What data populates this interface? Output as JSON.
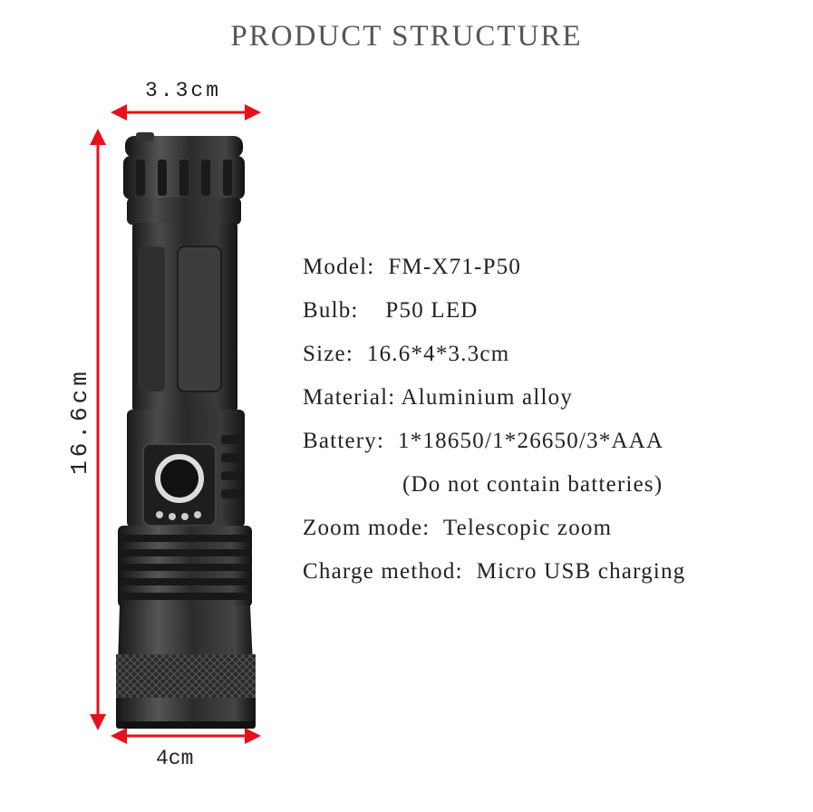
{
  "title": "PRODUCT STRUCTURE",
  "dimensions": {
    "top": "3.3cm",
    "bottom": "4cm",
    "left": "16.6cm"
  },
  "specs": [
    {
      "label": "Model:",
      "value": "FM-X71-P50"
    },
    {
      "label": "Bulb:",
      "value": "P50 LED"
    },
    {
      "label": "Size:",
      "value": "16.6*4*3.3cm"
    },
    {
      "label": "Material:",
      "value": "Aluminium alloy"
    },
    {
      "label": "Battery:",
      "value": "1*18650/1*26650/3*AAA"
    },
    {
      "label": "",
      "value": "(Do not contain batteries)"
    },
    {
      "label": "Zoom mode:",
      "value": "Telescopic zoom"
    },
    {
      "label": "Charge method:",
      "value": "Micro USB charging"
    }
  ],
  "colors": {
    "arrow": "#e8101a",
    "body": "#2b2b2b",
    "title": "#555555"
  },
  "icons": [
    "flashlight-image",
    "arrow-horizontal",
    "arrow-vertical"
  ]
}
